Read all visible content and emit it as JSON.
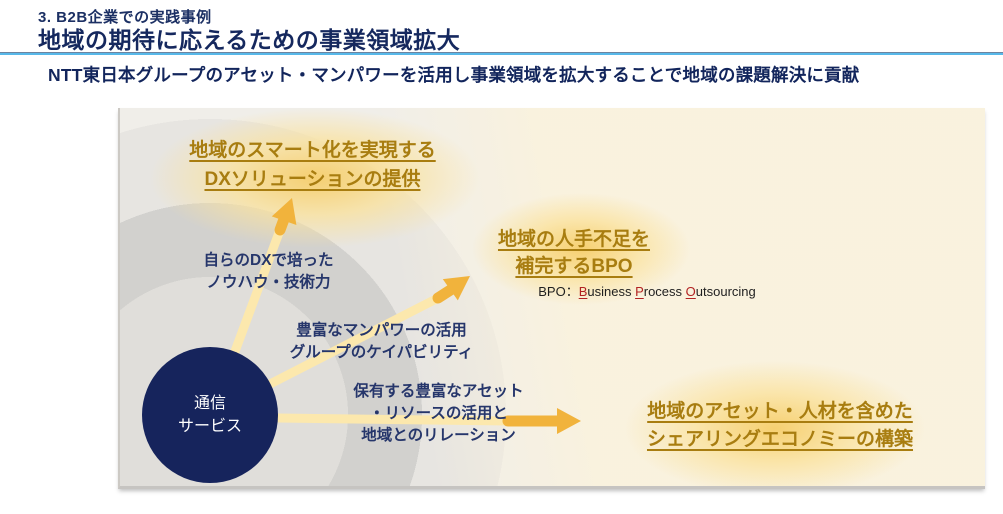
{
  "slide": {
    "kicker": "3. B2B企業での実践事例",
    "title": "地域の期待に応えるための事業領域拡大",
    "subtitle": "NTT東日本グループのアセット・マンパワーを活用し事業領域を拡大することで地域の課題解決に貢献"
  },
  "diagram": {
    "source": {
      "line1": "通信",
      "line2": "サービス"
    },
    "edges": [
      {
        "lines": [
          "自らのDXで培った",
          "ノウハウ・技術力"
        ]
      },
      {
        "lines": [
          "豊富なマンパワーの活用",
          "グループのケイパビリティ"
        ]
      },
      {
        "lines": [
          "保有する豊富なアセット",
          "・リソースの活用と",
          "地域とのリレーション"
        ]
      }
    ],
    "targets": [
      {
        "lines": [
          "地域のスマート化を実現する",
          "DXソリューションの提供"
        ]
      },
      {
        "lines": [
          "地域の人手不足を",
          "補完するBPO"
        ]
      },
      {
        "lines": [
          "地域のアセット・人材を含めた",
          "シェアリングエコノミーの構築"
        ]
      }
    ],
    "bpo_caption": {
      "segments": [
        {
          "text": "BPO："
        },
        {
          "text": "B",
          "accent": true
        },
        {
          "text": "usiness "
        },
        {
          "text": "P",
          "accent": true
        },
        {
          "text": "rocess "
        },
        {
          "text": "O",
          "accent": true
        },
        {
          "text": "utsourcing"
        }
      ]
    }
  },
  "colors": {
    "navy_circle": "#16245c",
    "navy_text": "#15285e",
    "gold_text": "#a87d10",
    "arrow_pale": "#fce8ad",
    "arrow_gold": "#f1b33c",
    "ellipse_glow": "#f6cd68",
    "accent_red": "#b22222",
    "divider_blue": "#57b8e9",
    "background_cream": "#faf2dd",
    "background_gray": "#d2d1ce"
  }
}
